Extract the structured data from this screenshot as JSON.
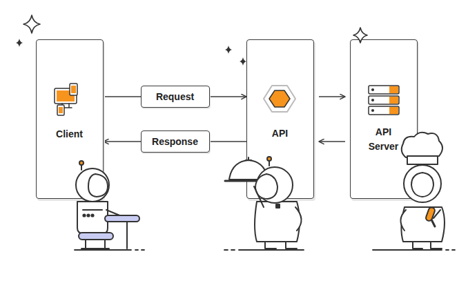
{
  "diagram": {
    "nodes": [
      {
        "text": [
          "Client"
        ]
      },
      {
        "text": [
          "API"
        ]
      },
      {
        "text": [
          "API Server"
        ]
      }
    ],
    "edges": [
      {
        "from": 0,
        "to": 1,
        "arrow": "to",
        "label": "Request"
      },
      {
        "from": 1,
        "to": 0,
        "arrow": "to",
        "label": "Response"
      },
      {
        "from": 1,
        "to": 2,
        "arrow": "to"
      },
      {
        "from": 2,
        "to": 1,
        "arrow": "to"
      }
    ]
  }
}
